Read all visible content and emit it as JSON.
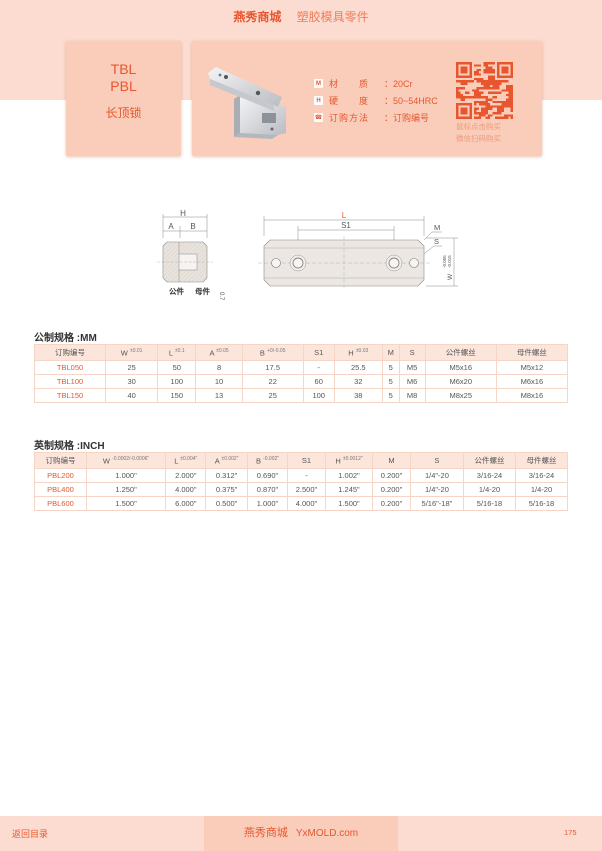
{
  "header": {
    "brand": "燕秀商城",
    "category": "塑胶模具零件"
  },
  "product": {
    "codes": [
      "TBL",
      "PBL"
    ],
    "name": "长顶锁",
    "specs": [
      {
        "icon": "material-icon",
        "glyph": "M",
        "label": "材　　质",
        "value": "20Cr"
      },
      {
        "icon": "hardness-icon",
        "glyph": "H",
        "label": "硬　　度",
        "value": "50~54HRC"
      },
      {
        "icon": "phone-icon",
        "glyph": "☎",
        "label": "订购方法",
        "value": "订购编号"
      }
    ],
    "colon": "：",
    "qr_caption": [
      "鼠标点击购买",
      "微信扫码购买"
    ]
  },
  "drawing": {
    "labels": {
      "H": "H",
      "A": "A",
      "B": "B",
      "male": "公件",
      "female": "母件",
      "gap": "0.7",
      "L": "L",
      "S1": "S1",
      "M": "M",
      "S": "S",
      "W": "W",
      "W_tol_top": "-0.005",
      "W_tol_bot": "-0.015"
    }
  },
  "metric": {
    "title": "公制规格 :MM",
    "headers": [
      "订购编号",
      "W",
      "L",
      "A",
      "B",
      "S1",
      "H",
      "M",
      "S",
      "公件螺丝",
      "母件螺丝"
    ],
    "header_tols": [
      "",
      "±0.01",
      "±0.1",
      "±0.05",
      "+0/-0.05",
      "",
      "±0.03",
      "",
      "",
      "",
      ""
    ],
    "rows": [
      [
        "TBL050",
        "25",
        "50",
        "8",
        "17.5",
        "-",
        "25.5",
        "5",
        "M5",
        "M5x16",
        "M5x12"
      ],
      [
        "TBL100",
        "30",
        "100",
        "10",
        "22",
        "60",
        "32",
        "5",
        "M6",
        "M6x20",
        "M6x16"
      ],
      [
        "TBL150",
        "40",
        "150",
        "13",
        "25",
        "100",
        "38",
        "5",
        "M8",
        "M8x25",
        "M8x16"
      ]
    ]
  },
  "inch": {
    "title": "英制规格 :INCH",
    "headers": [
      "订购编号",
      "W",
      "L",
      "A",
      "B",
      "S1",
      "H",
      "M",
      "S",
      "公件螺丝",
      "母件螺丝"
    ],
    "header_tols": [
      "",
      "-0.0002/-0.0006\"",
      "±0.004\"",
      "±0.002\"",
      "-0.002\"",
      "",
      "±0.0012\"",
      "",
      "",
      "",
      ""
    ],
    "rows": [
      [
        "PBL200",
        "1.000\"",
        "2.000\"",
        "0.312\"",
        "0.690\"",
        "-",
        "1.002\"",
        "0.200\"",
        "1/4\"-20",
        "3/16-24",
        "3/16-24"
      ],
      [
        "PBL400",
        "1.250\"",
        "4.000\"",
        "0.375\"",
        "0.870\"",
        "2.500\"",
        "1.245\"",
        "0.200\"",
        "1/4\"-20",
        "1/4-20",
        "1/4-20"
      ],
      [
        "PBL600",
        "1.500\"",
        "6.000\"",
        "0.500\"",
        "1.000\"",
        "4.000\"",
        "1.500\"",
        "0.200\"",
        "5/16\"-18\"",
        "5/16-18",
        "5/16-18"
      ]
    ]
  },
  "footer": {
    "back": "返回目录",
    "brand": "燕秀商城",
    "site": "YxMOLD.com",
    "page": "175"
  },
  "colors": {
    "accent": "#e8562f",
    "band": "#fcdcd0",
    "card": "#f9cdb9",
    "table_header": "#fce6dc"
  }
}
